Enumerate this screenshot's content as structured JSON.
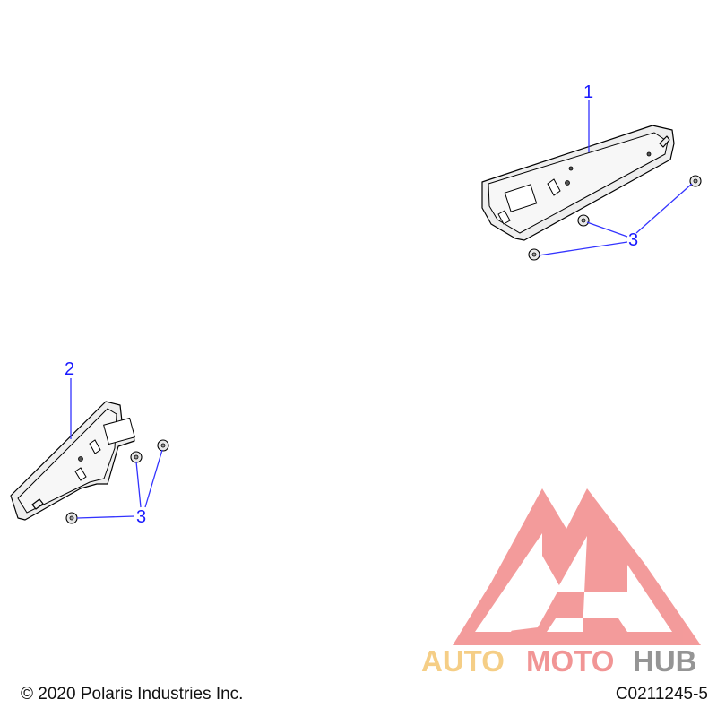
{
  "callouts": {
    "part_1": "1",
    "part_2": "2",
    "part_3_upper": "3",
    "part_3_lower": "3"
  },
  "watermark": {
    "text_a": "AUTO",
    "text_b": "MOTO",
    "text_c": "HUB",
    "color_a": "#f5c97a",
    "color_b": "#f08a8a",
    "color_c": "#8a8a8a",
    "logo_color": "#f07a7a"
  },
  "footer": {
    "copyright": "© 2020 Polaris Industries Inc.",
    "drawing_number": "C0211245-5"
  },
  "colors": {
    "callout": "#1a1aff"
  }
}
